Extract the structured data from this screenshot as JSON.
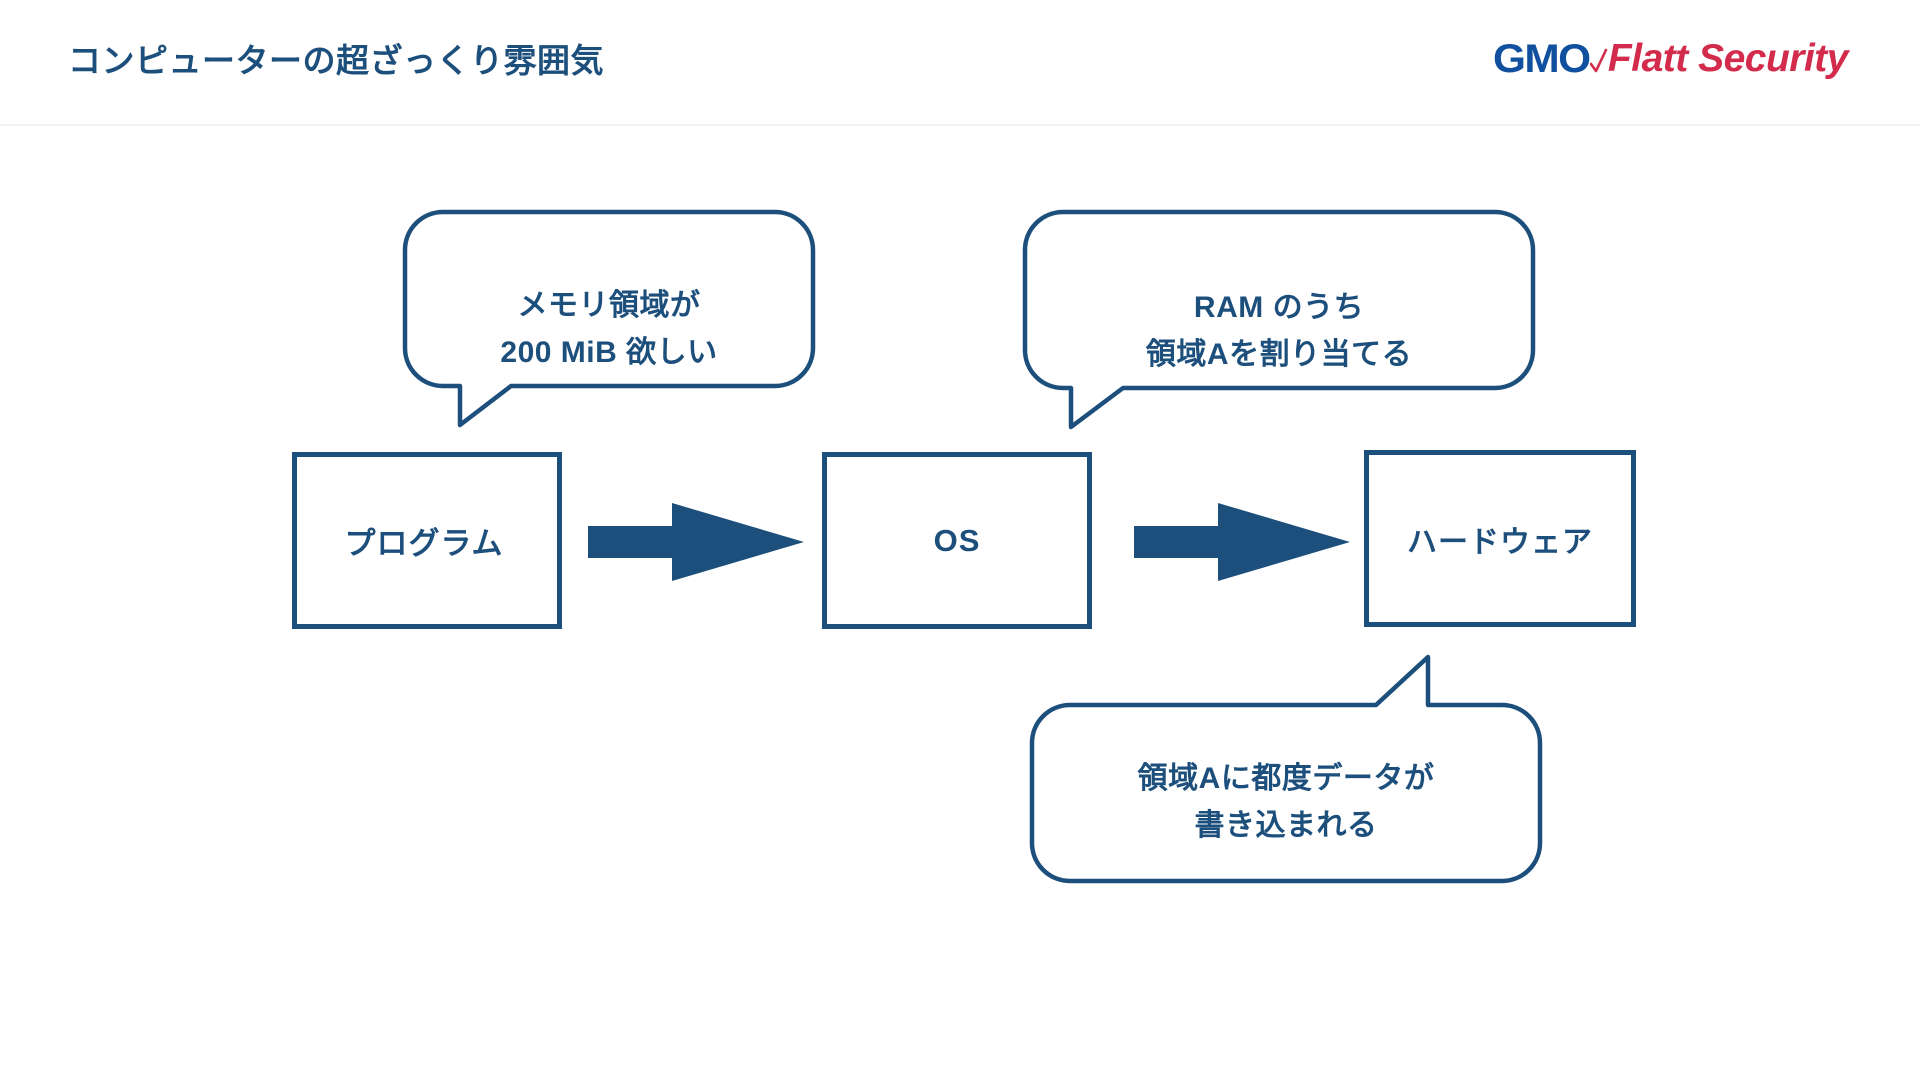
{
  "header": {
    "title": "コンピューターの超ざっくり雰囲気",
    "logo": {
      "brand": "GMO",
      "product": "Flatt Security",
      "brand_color": "#11509E",
      "product_color": "#D22B4C"
    },
    "rule_color": "#f0f1f3"
  },
  "theme": {
    "navy": "#1d4f7c",
    "background": "#ffffff"
  },
  "diagram": {
    "nodes": [
      {
        "id": "program",
        "label": "プログラム"
      },
      {
        "id": "os",
        "label": "OS"
      },
      {
        "id": "hardware",
        "label": "ハードウェア"
      }
    ],
    "arrows": [
      {
        "id": "arrow-1",
        "from": "program",
        "to": "os"
      },
      {
        "id": "arrow-2",
        "from": "os",
        "to": "hardware"
      }
    ],
    "bubbles": [
      {
        "id": "memory",
        "attached_to": "program",
        "tail": "down",
        "lines": [
          "メモリ領域が",
          "200 MiB 欲しい"
        ]
      },
      {
        "id": "alloc",
        "attached_to": "os",
        "tail": "down",
        "lines": [
          "RAM のうち",
          "領域Aを割り当てる"
        ]
      },
      {
        "id": "write",
        "attached_to": "hardware",
        "tail": "up",
        "lines": [
          "領域Aに都度データが",
          "書き込まれる"
        ]
      }
    ]
  }
}
